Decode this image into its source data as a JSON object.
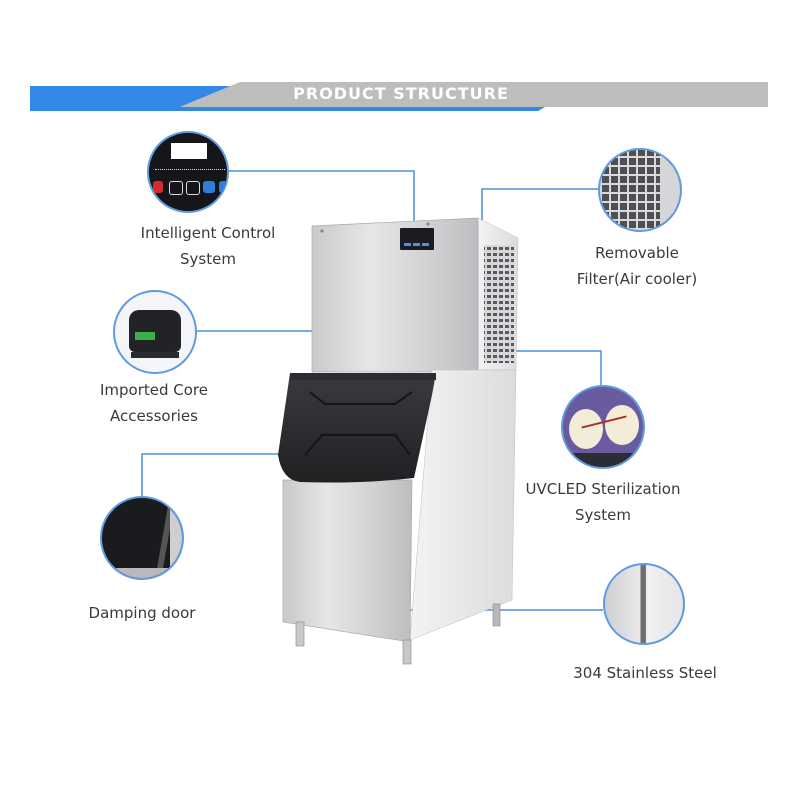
{
  "banner": {
    "title": "PRODUCT STRUCTURE",
    "blue_color": "#3388e8",
    "grey_color": "#bdbdbd"
  },
  "callouts": [
    {
      "id": "control",
      "line1": "Intelligent Control",
      "line2": "System",
      "icon": "control-panel-closeup"
    },
    {
      "id": "compressor",
      "line1": "Imported Core",
      "line2": "Accessories",
      "icon": "compressor-closeup"
    },
    {
      "id": "door",
      "line1": "Damping door",
      "line2": "",
      "icon": "damping-door-closeup"
    },
    {
      "id": "filter",
      "line1": "Removable",
      "line2": "Filter(Air cooler)",
      "icon": "air-filter-grille-closeup"
    },
    {
      "id": "uvc",
      "line1": "UVCLED Sterilization",
      "line2": "System",
      "icon": "uvc-led-closeup"
    },
    {
      "id": "steel",
      "line1": "304 Stainless Steel",
      "line2": "",
      "icon": "stainless-steel-closeup"
    }
  ],
  "accent_line_color": "#4a8fdc"
}
